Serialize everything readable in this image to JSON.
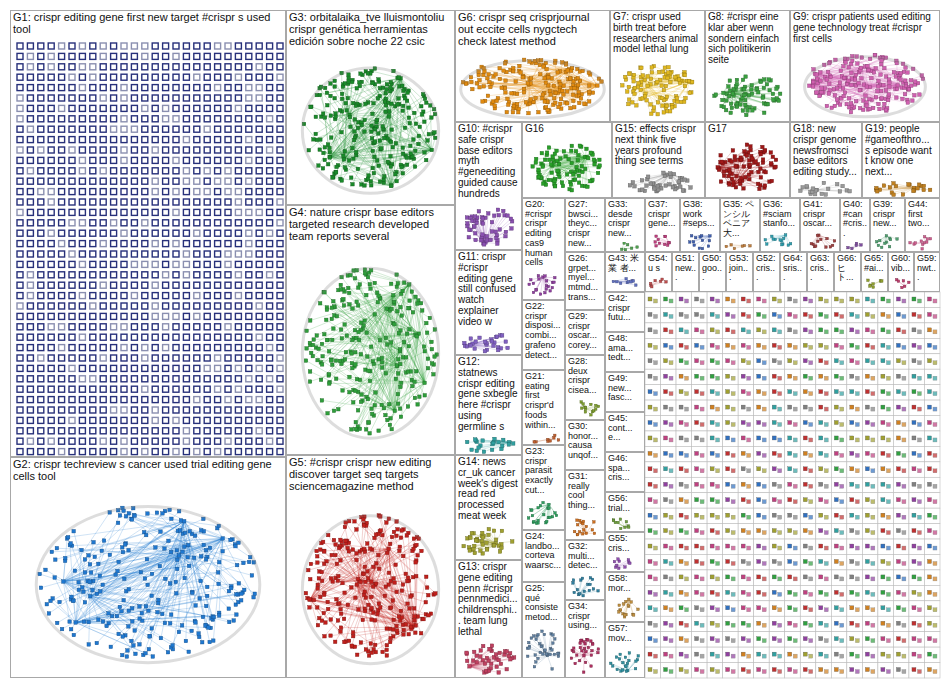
{
  "diagram": {
    "nodes": [
      {
        "text": [
          "G1: crispr editing gene first new target #crispr s used tool"
        ]
      },
      {
        "text": [
          "G2: crispr techreview s cancer used trial editing gene cells tool"
        ]
      },
      {
        "text": [
          "G3: orbitalaika_tve lluismontoliu crispr genética herramientas edición sobre noche 22 csic"
        ]
      },
      {
        "text": [
          "G4: nature crispr base editors targeted research developed team reports several"
        ]
      },
      {
        "text": [
          "G5: #crispr crispr new editing discover target seq targets sciencemagazine method"
        ]
      },
      {
        "text": [
          "G6: crispr seq crisprjournal out eccite cells nygctech check latest method"
        ]
      },
      {
        "text": [
          "G7: crispr used birth treat before researchers animal model lethal lung"
        ]
      },
      {
        "text": [
          "G8: #crispr eine klar aber wenn sondern einfach sich politikerin seite"
        ]
      },
      {
        "text": [
          "G9: crispr patients used editing gene technology treat #crispr first cells"
        ]
      },
      {
        "text": [
          "G10: #crispr safe crispr base editors myth #geneediting guided cause hundreds"
        ]
      },
      {
        "text": [
          "G16"
        ]
      },
      {
        "text": [
          "G15: effects crispr next think five years profound thing see terms"
        ]
      },
      {
        "text": [
          "G17"
        ]
      },
      {
        "text": [
          "G18: new crispr genome newsfromsci base editors editing study..."
        ]
      },
      {
        "text": [
          "G19: people #gameofthro... s episode want t know one next..."
        ]
      },
      {
        "text": [
          "G11: crispr #crispr editing gene still confused watch explainer video w"
        ]
      },
      {
        "text": [
          "G12: statnews crispr editing gene sxbegle here #crispr using germline s"
        ]
      },
      {
        "text": [
          "G14: news cr_uk cancer week's digest read red processed meat week"
        ]
      },
      {
        "text": [
          "G13: crispr gene editing penn #crispr pennmedici... childrensphi... team lung lethal"
        ]
      },
      {
        "text": [
          "G20: #crispr crispr editing cas9 human cells"
        ]
      },
      {
        "text": [
          "G22: crispr disposi... combi... grafeno detect..."
        ]
      },
      {
        "text": [
          "G21: eating first crispr'd foods within..."
        ]
      },
      {
        "text": [
          "G23: crispr parasit exactly cut..."
        ]
      },
      {
        "text": [
          "G24: landbo... corteva waarsc..."
        ]
      },
      {
        "text": [
          "G25: qué consiste metod..."
        ]
      },
      {
        "text": [
          "G27: bwsci... theyc... crispr new..."
        ]
      },
      {
        "text": [
          "G26: grpet... myel... mtmd... trans..."
        ]
      },
      {
        "text": [
          "G29: crispr oscar... corey..."
        ]
      },
      {
        "text": [
          "G28: deux crispr cisea..."
        ]
      },
      {
        "text": [
          "G30: honor... causa unqof..."
        ]
      },
      {
        "text": [
          "G31: really cool thing..."
        ]
      },
      {
        "text": [
          "G32: multi... detec..."
        ]
      },
      {
        "text": [
          "G34: crispr using..."
        ]
      },
      {
        "text": [
          "G33: desde crispr new..."
        ]
      },
      {
        "text": [
          "G37: crispr gene..."
        ]
      },
      {
        "text": [
          "G38: work #seps..."
        ]
      },
      {
        "text": [
          "G35: ペンシルベニア大..."
        ]
      },
      {
        "text": [
          "G36: #sciam stanfo..."
        ]
      },
      {
        "text": [
          "G41: crispr oscar..."
        ]
      },
      {
        "text": [
          "G40: #can #cris..."
        ]
      },
      {
        "text": [
          "G39: crispr new..."
        ]
      },
      {
        "text": [
          "G44: first two..."
        ]
      },
      {
        "text": [
          "G43: 米業 者..."
        ]
      },
      {
        "text": [
          "G54: u s"
        ]
      },
      {
        "text": [
          "G51: new..."
        ]
      },
      {
        "text": [
          "G50: goo..."
        ]
      },
      {
        "text": [
          "G53: join..."
        ]
      },
      {
        "text": [
          "G52: cris..."
        ]
      },
      {
        "text": [
          "G64: sris..."
        ]
      },
      {
        "text": [
          "G63: cris..."
        ]
      },
      {
        "text": [
          "G66: ヒト..."
        ]
      },
      {
        "text": [
          "G65: #ai..."
        ]
      },
      {
        "text": [
          "G60: vib..."
        ]
      },
      {
        "text": [
          "G59: nwt..."
        ]
      },
      {
        "text": [
          "G42: crispr futu..."
        ]
      },
      {
        "text": [
          "G48: ama... tedt..."
        ]
      },
      {
        "text": [
          "G49: new... fasc..."
        ]
      },
      {
        "text": [
          "G45: cont... e..."
        ]
      },
      {
        "text": [
          "G46: spa... cris..."
        ]
      },
      {
        "text": [
          "G56: trial..."
        ]
      },
      {
        "text": [
          "G55: cris..."
        ]
      },
      {
        "text": [
          "G58: mor..."
        ]
      },
      {
        "text": [
          "G57: mov..."
        ]
      }
    ]
  }
}
